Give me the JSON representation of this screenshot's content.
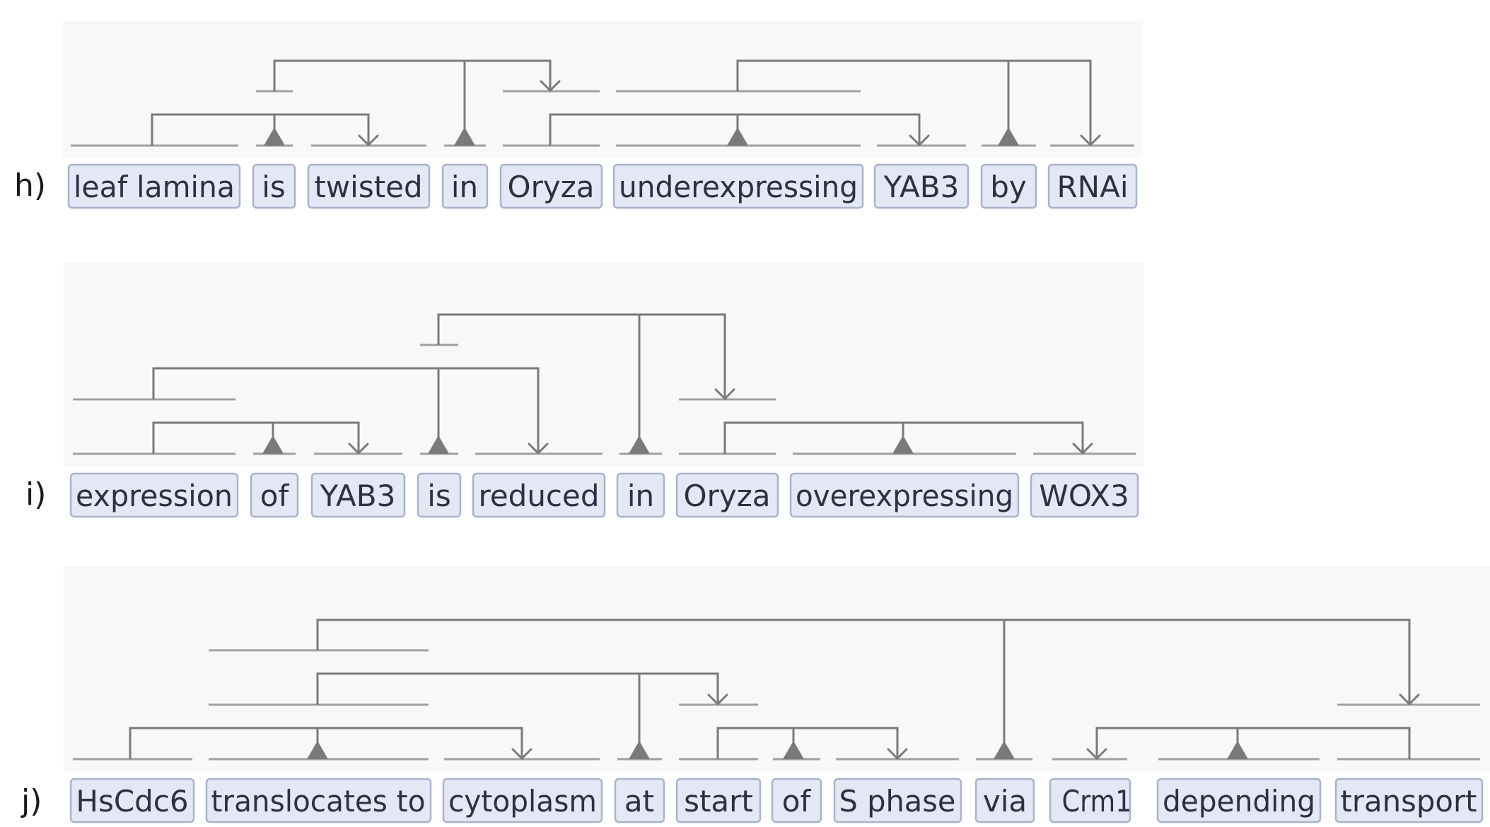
{
  "diagrams": [
    {
      "label": "h)",
      "tokens": [
        "leaf lamina",
        "is",
        "twisted",
        "in",
        "Oryza",
        "underexpressing",
        "YAB3",
        "by",
        "RNAi"
      ]
    },
    {
      "label": "i)",
      "tokens": [
        "expression",
        "of",
        "YAB3",
        "is",
        "reduced",
        "in",
        "Oryza",
        "overexpressing",
        "WOX3"
      ]
    },
    {
      "label": "j)",
      "tokens": [
        "HsCdc6",
        "translocates to",
        "cytoplasm",
        "at",
        "start",
        "of",
        "S phase",
        "via",
        "Crm1",
        "depending",
        "transport"
      ]
    }
  ],
  "colors": {
    "token_fill": "#e4e8f4",
    "token_border": "#a8b2cc",
    "connector": "#7a7a7a",
    "bar": "#a0a0a0",
    "panel": "#f8f8f8"
  }
}
